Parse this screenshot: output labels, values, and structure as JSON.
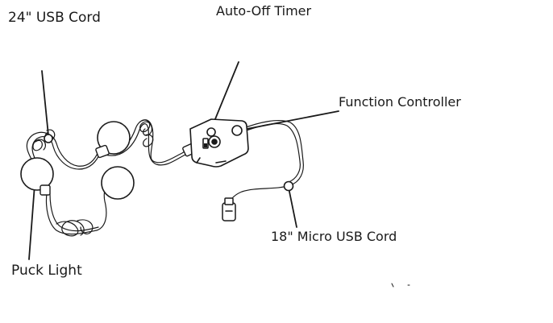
{
  "labels": {
    "usb_cord_24": "24\" USB Cord",
    "auto_off_timer": "Auto-Off Timer",
    "function_controller": "Function Controller",
    "micro_usb_cord_18": "18\" Micro USB Cord",
    "puck_light": "Puck Light"
  },
  "colors": {
    "line": "#1a1a1a",
    "background": "#ffffff"
  }
}
